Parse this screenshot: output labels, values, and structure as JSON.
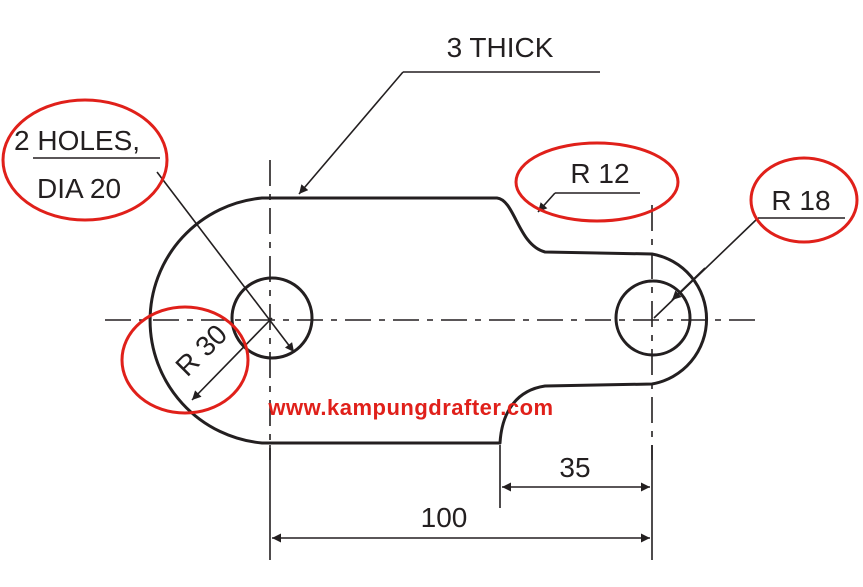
{
  "drawing": {
    "thickness_note": "3 THICK",
    "holes_note_line1": "2 HOLES,",
    "holes_note_line2": "DIA 20",
    "radius_large": "R 30",
    "radius_neck": "R 12",
    "radius_small": "R 18",
    "dim_center_distance": "100",
    "dim_neck_offset": "35",
    "watermark": "www.kampungdrafter.com"
  },
  "colors": {
    "ink": "#231f20",
    "highlight": "#e0201a"
  }
}
